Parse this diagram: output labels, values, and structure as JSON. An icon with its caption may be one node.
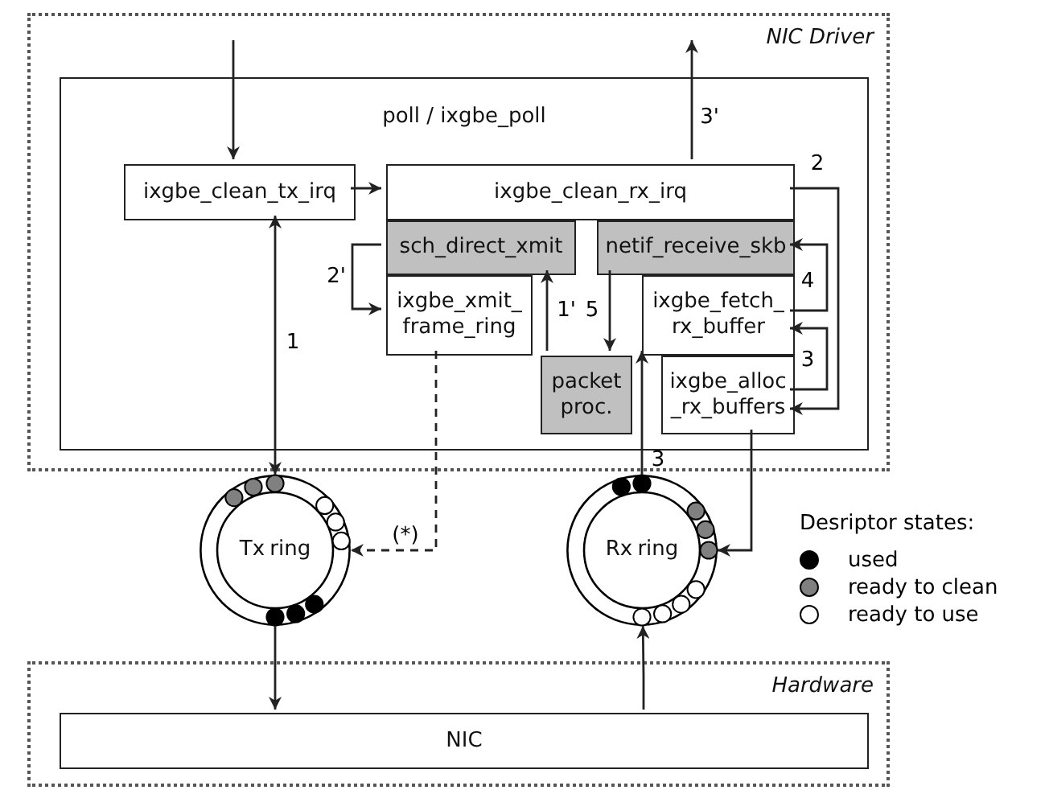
{
  "diagram": {
    "nodes": [
      {
        "text": [
          "NIC Driver"
        ]
      },
      {
        "text": [
          "poll / ixgbe_poll"
        ],
        "in": 0
      },
      {
        "text": [
          "ixgbe_clean_tx_irq"
        ],
        "in": 1
      },
      {
        "text": [
          "ixgbe_clean_rx_irq"
        ],
        "in": 1
      },
      {
        "text": [
          "sch_direct_xmit"
        ],
        "in": 1
      },
      {
        "text": [
          "netif_receive_skb"
        ],
        "in": 1
      },
      {
        "text": [
          "ixgbe_xmit_ frame_ring"
        ],
        "in": 1
      },
      {
        "text": [
          "ixgbe_fetch_ rx_buffer"
        ],
        "in": 1
      },
      {
        "text": [
          "packet proc."
        ],
        "in": 1
      },
      {
        "text": [
          "ixgbe_alloc _rx_buffers"
        ],
        "in": 1
      },
      {
        "text": [
          "Tx ring"
        ]
      },
      {
        "text": [
          "Rx ring"
        ]
      },
      {
        "text": [
          "Hardware"
        ]
      },
      {
        "text": [
          "NIC"
        ],
        "in": 12
      }
    ],
    "edges": [
      {
        "from": null,
        "to": 2,
        "arrow": "to"
      },
      {
        "from": 2,
        "to": 3,
        "arrow": "to"
      },
      {
        "from": 3,
        "to": null,
        "arrow": "to",
        "label": "3'"
      },
      {
        "from": 4,
        "to": 6,
        "arrow": "to",
        "label": "2'"
      },
      {
        "from": 2,
        "to": 10,
        "arrow": "both",
        "label": "1"
      },
      {
        "from": 8,
        "to": 4,
        "arrow": "to",
        "label": "1'"
      },
      {
        "from": 5,
        "to": 8,
        "arrow": "to",
        "label": "5"
      },
      {
        "from": 3,
        "to": 9,
        "arrow": "to",
        "label": "2"
      },
      {
        "from": 7,
        "to": 5,
        "arrow": "to",
        "label": "4"
      },
      {
        "from": 9,
        "to": 7,
        "arrow": "to",
        "label": "3"
      },
      {
        "from": 11,
        "to": 7,
        "arrow": "to",
        "label": "3"
      },
      {
        "from": 9,
        "to": 11,
        "arrow": "to"
      },
      {
        "from": 6,
        "to": 10,
        "arrow": "to",
        "label": "(*)",
        "style": "dashed"
      },
      {
        "from": 10,
        "to": 13,
        "arrow": "to"
      },
      {
        "from": 13,
        "to": 11,
        "arrow": "to"
      }
    ],
    "labels": [
      "Desriptor states:"
    ],
    "legend": [
      {
        "text": "used",
        "color": "#000000"
      },
      {
        "text": "ready to clean",
        "color": "#808080"
      },
      {
        "text": "ready to use",
        "color": "#ffffff"
      }
    ]
  }
}
